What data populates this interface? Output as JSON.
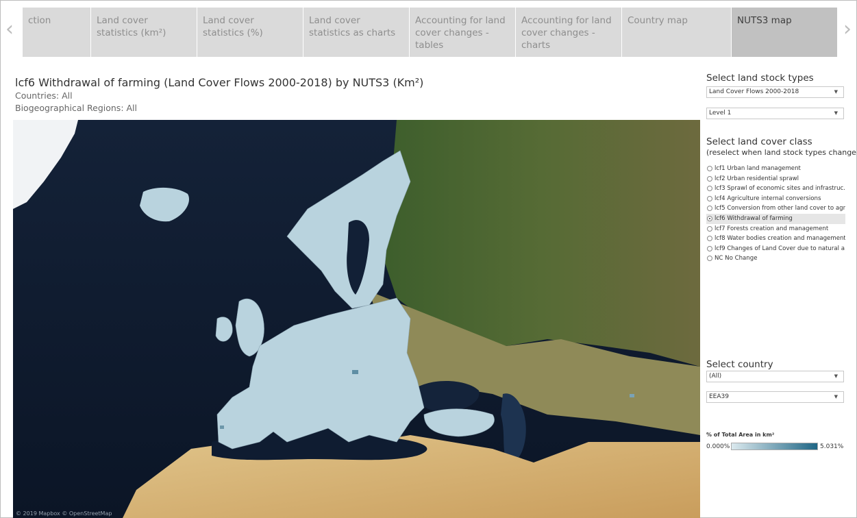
{
  "tabs": [
    {
      "label": "ction",
      "active": false
    },
    {
      "label": "Land cover statistics (km²)",
      "active": false
    },
    {
      "label": "Land cover statistics (%)",
      "active": false
    },
    {
      "label": "Land cover statistics as charts",
      "active": false
    },
    {
      "label": "Accounting for land cover changes - tables",
      "active": false
    },
    {
      "label": "Accounting for land cover changes - charts",
      "active": false
    },
    {
      "label": "Country map",
      "active": false
    },
    {
      "label": "NUTS3 map",
      "active": true
    }
  ],
  "nav": {
    "prev_icon": "chevron-left-icon",
    "next_icon": "chevron-right-icon"
  },
  "header": {
    "title": "lcf6 Withdrawal of farming (Land Cover Flows 2000-2018) by NUTS3 (Km²)",
    "countries": "Countries: All",
    "regions": "Biogeographical Regions: All"
  },
  "map": {
    "attribution": "© 2019 Mapbox © OpenStreetMap"
  },
  "panel": {
    "stock_types_title": "Select land stock types",
    "stock_type_value": "Land Cover Flows 2000-2018",
    "level_value": "Level 1",
    "class_title": "Select land cover class",
    "class_subtitle": "(reselect when land stock types change)",
    "classes": [
      {
        "label": "lcf1 Urban land management",
        "selected": false
      },
      {
        "label": "lcf2 Urban residential sprawl",
        "selected": false
      },
      {
        "label": "lcf3 Sprawl of economic sites and infrastruc...",
        "selected": false
      },
      {
        "label": "lcf4 Agriculture internal conversions",
        "selected": false
      },
      {
        "label": "lcf5 Conversion from other land cover to agr...",
        "selected": false
      },
      {
        "label": "lcf6 Withdrawal of farming",
        "selected": true
      },
      {
        "label": "lcf7 Forests creation and management",
        "selected": false
      },
      {
        "label": "lcf8 Water bodies creation and management",
        "selected": false
      },
      {
        "label": "lcf9 Changes of Land Cover due to natural a...",
        "selected": false
      },
      {
        "label": "NC No Change",
        "selected": false
      }
    ],
    "country_title": "Select country",
    "country_value": "(All)",
    "group_value": "EEA39",
    "legend_title": "% of Total Area in km²",
    "legend_min": "0.000%",
    "legend_max": "5.031%",
    "legend_colors": {
      "low": "#dbe9ee",
      "high": "#1f6685"
    }
  }
}
